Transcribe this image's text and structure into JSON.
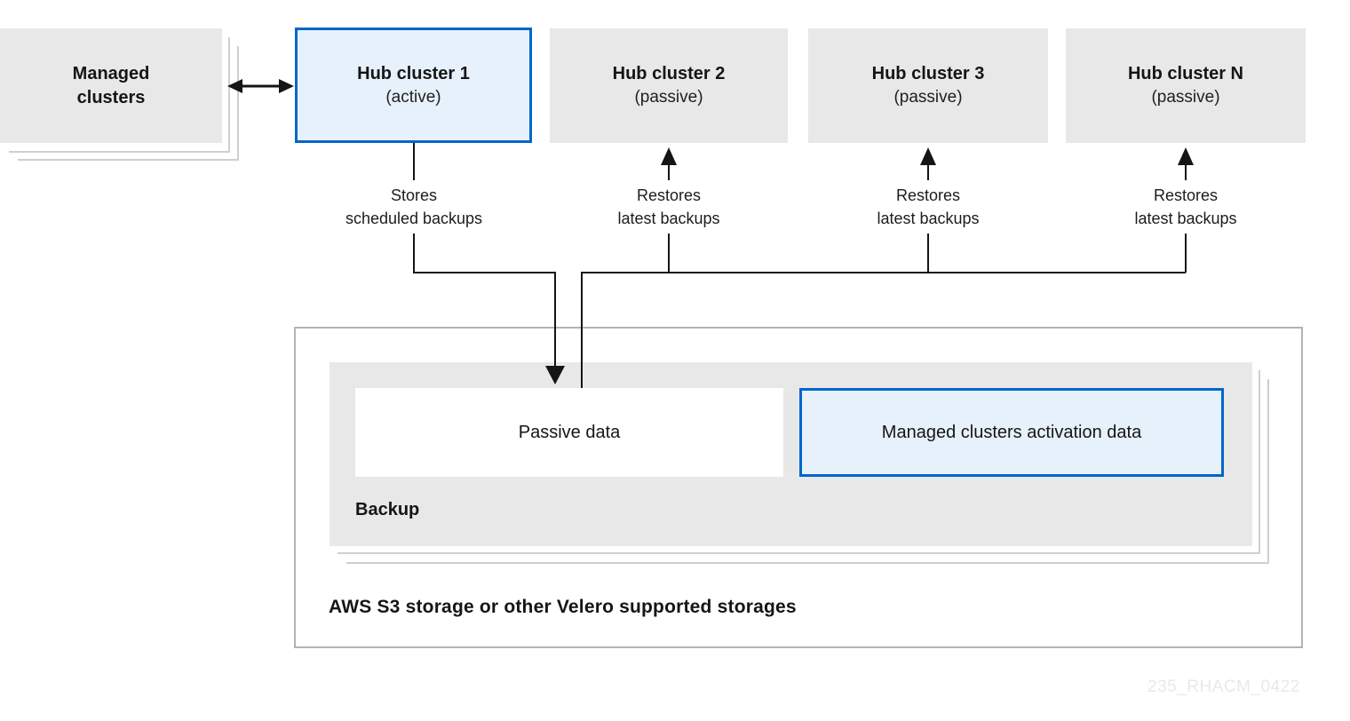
{
  "managed_clusters": {
    "line1": "Managed",
    "line2": "clusters"
  },
  "hubs": [
    {
      "label": "Hub cluster 1",
      "state": "(active)"
    },
    {
      "label": "Hub cluster 2",
      "state": "(passive)"
    },
    {
      "label": "Hub cluster 3",
      "state": "(passive)"
    },
    {
      "label": "Hub cluster N",
      "state": "(passive)"
    }
  ],
  "flow_labels": {
    "stores": {
      "line1": "Stores",
      "line2": "scheduled backups"
    },
    "restores": {
      "line1": "Restores",
      "line2": "latest backups"
    }
  },
  "storage": {
    "title": "AWS S3 storage or other Velero supported storages",
    "backup_label": "Backup",
    "passive_data_label": "Passive data",
    "activation_data_label": "Managed clusters activation data"
  },
  "watermark": "235_RHACM_0422",
  "colors": {
    "accent": "#0066cc",
    "accent-fill": "#e7f1fb",
    "box-gray": "#e8e8e8",
    "line": "#151515",
    "outer-border": "#b3b3b3",
    "stack-line": "#cfcfcf",
    "watermark": "#e9e9ec"
  }
}
